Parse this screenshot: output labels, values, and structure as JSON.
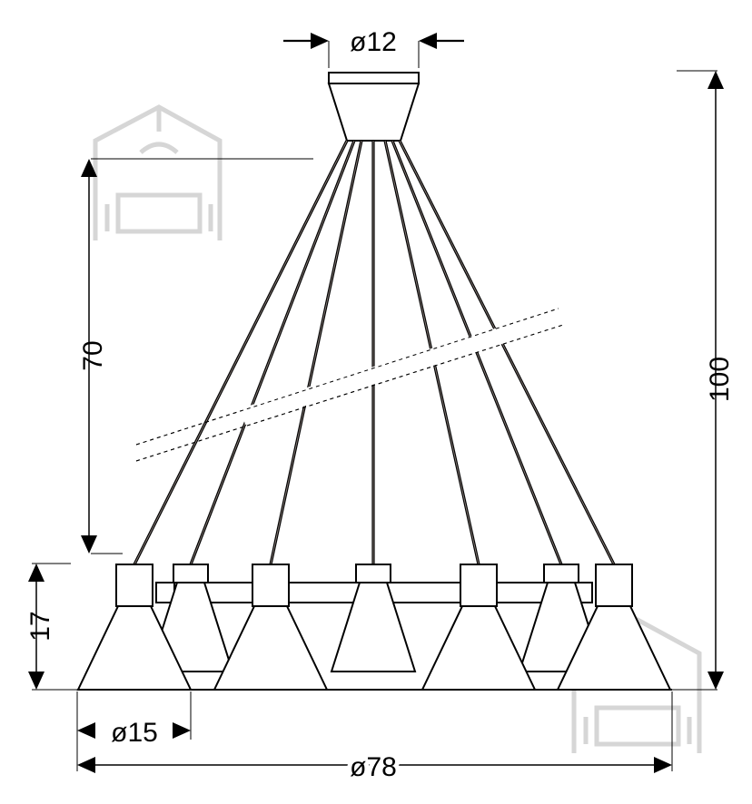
{
  "dimensions": {
    "canopy_diameter": "ø12",
    "drop_length": "70",
    "total_height": "100",
    "shade_height": "17",
    "shade_diameter": "ø15",
    "overall_diameter": "ø78"
  },
  "watermark_icon": "house-sofa-icon",
  "colors": {
    "line": "#000000",
    "wire_core": "#8a7f7a",
    "watermark": "#d6d6d6"
  }
}
